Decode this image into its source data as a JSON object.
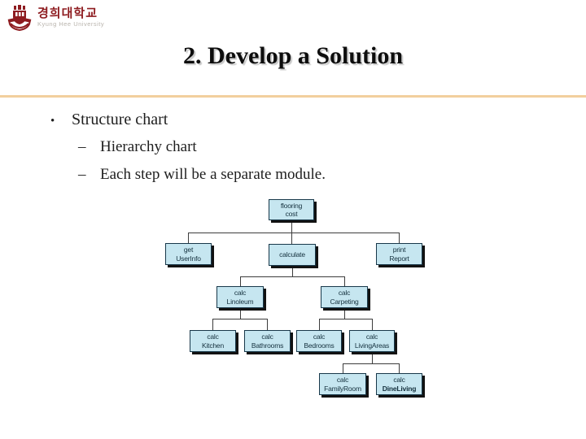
{
  "slide": {
    "title": "2. Develop a Solution",
    "bullets": {
      "bullet_glyph": "•",
      "dash_glyph": "–",
      "main_item": "Structure chart",
      "sub_items": [
        "Hierarchy chart",
        "Each step will be a separate module."
      ]
    }
  },
  "logo": {
    "korean_name": "경희대학교",
    "english_name": "Kyung Hee University"
  },
  "colors": {
    "box_fill": "#c6e6f0",
    "box_border": "#18384a",
    "box_shadow": "#121212",
    "separator_line": "#f2cf9e",
    "logo_red": "#8e1c20",
    "connector": "#3c3c3c",
    "title_text": "#0d0d0d"
  },
  "diagram": {
    "type": "hierarchy-structure-chart",
    "nodes": [
      {
        "id": "flooring-cost",
        "line1": "flooring",
        "line2": "cost"
      },
      {
        "id": "get-userinfo",
        "line1": "get",
        "line2": "UserInfo"
      },
      {
        "id": "calculate",
        "line1": "calculate",
        "line2": ""
      },
      {
        "id": "print-report",
        "line1": "print",
        "line2": "Report"
      },
      {
        "id": "calc-linoleum",
        "line1": "calc",
        "line2": "Linoleum"
      },
      {
        "id": "calc-carpeting",
        "line1": "calc",
        "line2": "Carpeting"
      },
      {
        "id": "calc-kitchen",
        "line1": "calc",
        "line2": "Kitchen"
      },
      {
        "id": "calc-bathrooms",
        "line1": "calc",
        "line2": "Bathrooms"
      },
      {
        "id": "calc-bedrooms",
        "line1": "calc",
        "line2": "Bedrooms"
      },
      {
        "id": "calc-livingareas",
        "line1": "calc",
        "line2": "LivingAreas"
      },
      {
        "id": "calc-familyroom",
        "line1": "calc",
        "line2": "FamilyRoom"
      },
      {
        "id": "calc-dineliving",
        "line1": "calc",
        "line2": "DineLiving"
      }
    ],
    "edges": [
      [
        "flooring-cost",
        "get-userinfo"
      ],
      [
        "flooring-cost",
        "calculate"
      ],
      [
        "flooring-cost",
        "print-report"
      ],
      [
        "calculate",
        "calc-linoleum"
      ],
      [
        "calculate",
        "calc-carpeting"
      ],
      [
        "calc-linoleum",
        "calc-kitchen"
      ],
      [
        "calc-linoleum",
        "calc-bathrooms"
      ],
      [
        "calc-carpeting",
        "calc-bedrooms"
      ],
      [
        "calc-carpeting",
        "calc-livingareas"
      ],
      [
        "calc-livingareas",
        "calc-familyroom"
      ],
      [
        "calc-livingareas",
        "calc-dineliving"
      ]
    ]
  }
}
